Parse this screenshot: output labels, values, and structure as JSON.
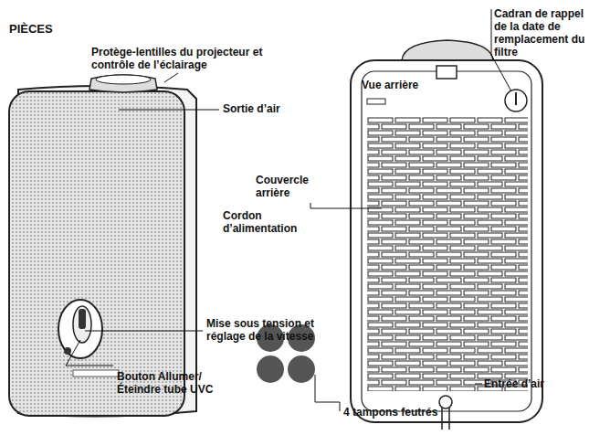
{
  "diagram": {
    "title": "PIÈCES",
    "labels": [
      "Protège-lentilles du projecteur et contrôle de l’éclairage",
      "Sortie d’air",
      "Cordon d’alimentation",
      "Mise sous tension et réglage de la vitesse",
      "Bouton Allumer/ Éteindre tube UVC",
      "4 tampons feutrés",
      "Vue arrière",
      "Cadran de rappel de la date de remplacement du filtre",
      "Couvercle arrière",
      "Entrée d’air"
    ]
  }
}
